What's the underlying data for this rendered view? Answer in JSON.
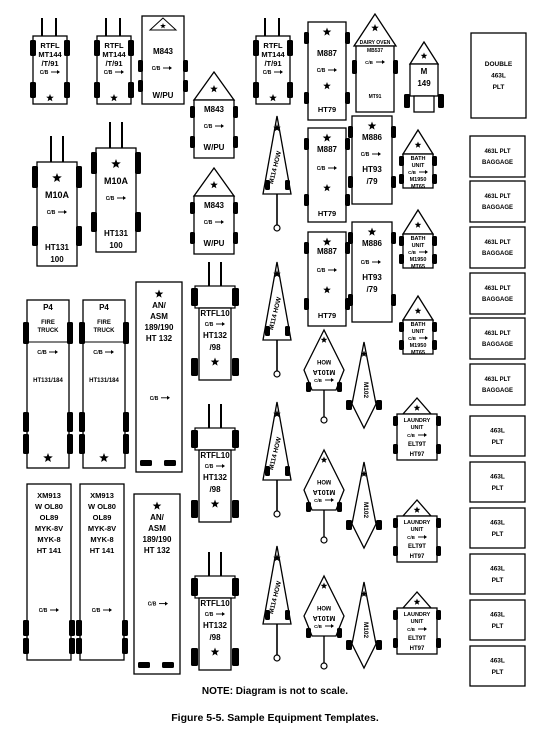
{
  "note": "NOTE: Diagram is not to scale.",
  "caption": "Figure 5-5.  Sample Equipment Templates.",
  "cog_label": "C/B",
  "groups": {
    "rtfl_small": {
      "lines": [
        "RTFL",
        "MT144",
        "/T/91"
      ]
    },
    "m843": {
      "lines": [
        "M843",
        "W/PU"
      ]
    },
    "dairy": {
      "lines": [
        "DAIRY OVEN",
        "MB537",
        "MT91"
      ]
    },
    "m149": {
      "lines": [
        "M",
        "149"
      ]
    },
    "m887": {
      "lines": [
        "M887",
        "HT79"
      ]
    },
    "m886": {
      "lines": [
        "M886",
        "HT93",
        "/79"
      ]
    },
    "m10a": {
      "lines": [
        "M10A",
        "HT131",
        "100"
      ]
    },
    "m114": {
      "lines": [
        "M114 HOW"
      ]
    },
    "bath": {
      "lines": [
        "BATH",
        "UNIT",
        "M1950",
        "MT65"
      ]
    },
    "p4": {
      "lines": [
        "P4",
        "FIRE",
        "TRUCK",
        "HT131/184"
      ]
    },
    "anasm": {
      "lines": [
        "AN/",
        "ASM",
        "189/190",
        "HT 132"
      ]
    },
    "rtfl10": {
      "lines": [
        "RTFL10",
        "HT132",
        "/98"
      ]
    },
    "m101": {
      "lines": [
        "MOH",
        "M101A"
      ]
    },
    "m102": {
      "lines": [
        "M102"
      ]
    },
    "laundry": {
      "lines": [
        "LAUNDRY",
        "UNIT",
        "ELT9T",
        "HT97"
      ]
    },
    "xm913": {
      "lines": [
        "XM913",
        "W OL80",
        "OL89",
        "MYK-8V",
        "MYK-8",
        "HT 141"
      ]
    },
    "double": {
      "lines": [
        "DOUBLE",
        "463L",
        "PLT"
      ]
    },
    "baggage": {
      "lines": [
        "463L PLT",
        "BAGGAGE"
      ]
    },
    "plt": {
      "lines": [
        "463L",
        "PLT"
      ]
    }
  }
}
